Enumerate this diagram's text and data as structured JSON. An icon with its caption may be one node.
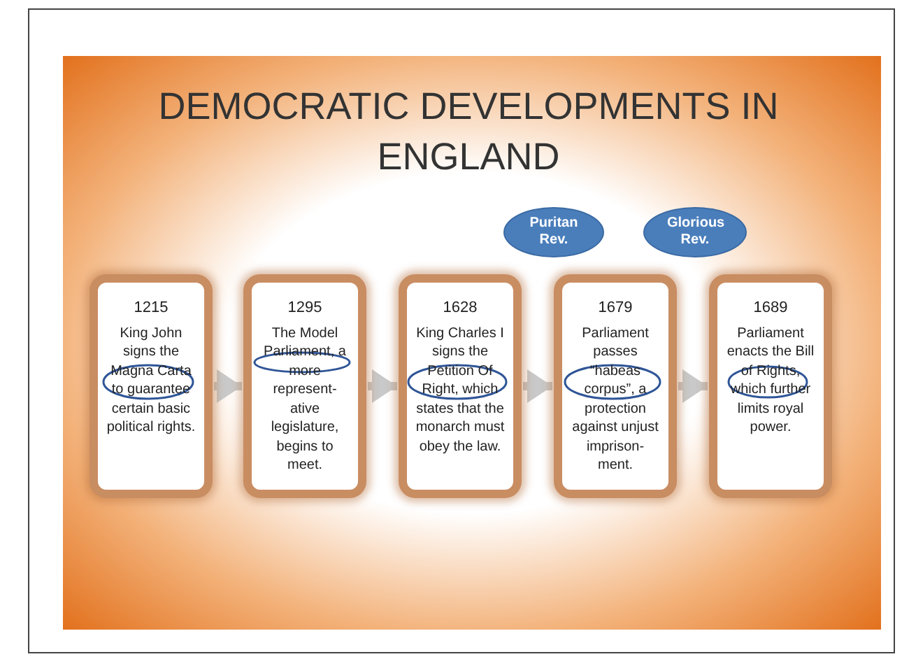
{
  "diagram": {
    "title": "DEMOCRATIC DEVELOPMENTS IN ENGLAND",
    "nodes": [
      {
        "text": [
          "1215",
          "King John signs the Magna Carta to guarantee certain basic political rights."
        ]
      },
      {
        "text": [
          "1295",
          "The Model Parliament, a more represent- ative legislature, begins to meet."
        ]
      },
      {
        "text": [
          "1628",
          "King Charles I signs the Petition Of Right, which states that the monarch must obey the law."
        ]
      },
      {
        "text": [
          "1679",
          "Parliament passes “habeas corpus”, a protection against unjust imprison- ment."
        ]
      },
      {
        "text": [
          "1689",
          "Parliament enacts the Bill of Rights, which further limits royal power."
        ]
      },
      {
        "text": [
          "Puritan Rev."
        ]
      },
      {
        "text": [
          "Glorious Rev."
        ]
      }
    ],
    "edges": [
      {
        "from": 0,
        "to": 1,
        "arrow": "to"
      },
      {
        "from": 1,
        "to": 2,
        "arrow": "to"
      },
      {
        "from": 2,
        "to": 3,
        "arrow": "to"
      },
      {
        "from": 3,
        "to": 4,
        "arrow": "to"
      }
    ]
  }
}
